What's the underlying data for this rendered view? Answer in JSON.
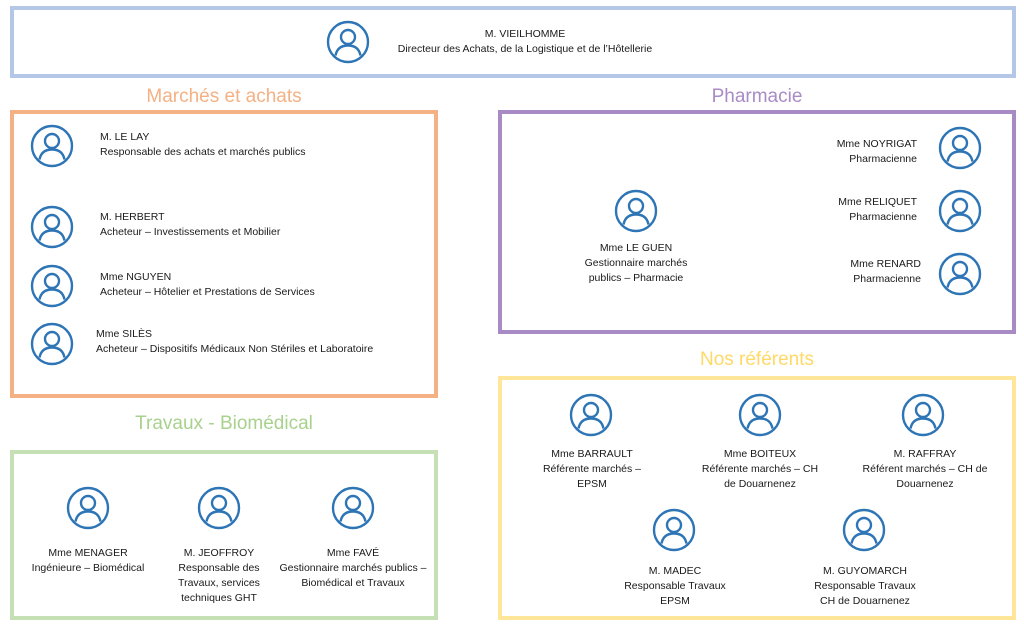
{
  "colors": {
    "director_border": "#b4c7e7",
    "achats": "#f4b183",
    "pharmacie": "#a88bc4",
    "travaux": "#c5e0b4",
    "referents": "#ffe699",
    "icon": "#2e75b6"
  },
  "icon_name": "person-icon",
  "director": {
    "name": "M. VIEILHOMME",
    "role": "Directeur des Achats, de la Logistique et de l’Hôtellerie"
  },
  "achats": {
    "title": "Marchés et achats",
    "people": [
      {
        "name": "M. LE LAY",
        "role": "Responsable des achats et marchés publics"
      },
      {
        "name": "M. HERBERT",
        "role": "Acheteur – Investissements et Mobilier"
      },
      {
        "name": "Mme NGUYEN",
        "role": "Acheteur – Hôtelier et Prestations de Services"
      },
      {
        "name": "Mme SILÈS",
        "role": "Acheteur – Dispositifs Médicaux Non Stériles et Laboratoire"
      }
    ]
  },
  "pharmacie": {
    "title": "Pharmacie",
    "main": {
      "name": "Mme LE GUEN",
      "role_line1": "Gestionnaire marchés",
      "role_line2": "publics – Pharmacie"
    },
    "people": [
      {
        "name": "Mme NOYRIGAT",
        "role": "Pharmacienne"
      },
      {
        "name": "Mme RELIQUET",
        "role": "Pharmacienne"
      },
      {
        "name": "Mme RENARD",
        "role": "Pharmacienne"
      }
    ]
  },
  "travaux": {
    "title": "Travaux - Biomédical",
    "people": [
      {
        "name": "Mme MENAGER",
        "lines": [
          "Ingénieure – Biomédical"
        ]
      },
      {
        "name": "M. JEOFFROY",
        "lines": [
          "Responsable des",
          "Travaux, services",
          "techniques GHT"
        ]
      },
      {
        "name": "Mme FAVÉ",
        "lines": [
          "Gestionnaire marchés publics –",
          "Biomédical et Travaux"
        ]
      }
    ]
  },
  "referents": {
    "title": "Nos référents",
    "people": [
      {
        "name": "Mme BARRAULT",
        "lines": [
          "Référente marchés –",
          "EPSM"
        ]
      },
      {
        "name": "Mme BOITEUX",
        "lines": [
          "Référente marchés – CH",
          "de Douarnenez"
        ]
      },
      {
        "name": "M. RAFFRAY",
        "lines": [
          "Référent marchés – CH de",
          "Douarnenez"
        ]
      },
      {
        "name": "M. MADEC",
        "lines": [
          "Responsable Travaux",
          "EPSM"
        ]
      },
      {
        "name": "M. GUYOMARCH",
        "lines": [
          "Responsable Travaux",
          "CH de Douarnenez"
        ]
      }
    ]
  }
}
